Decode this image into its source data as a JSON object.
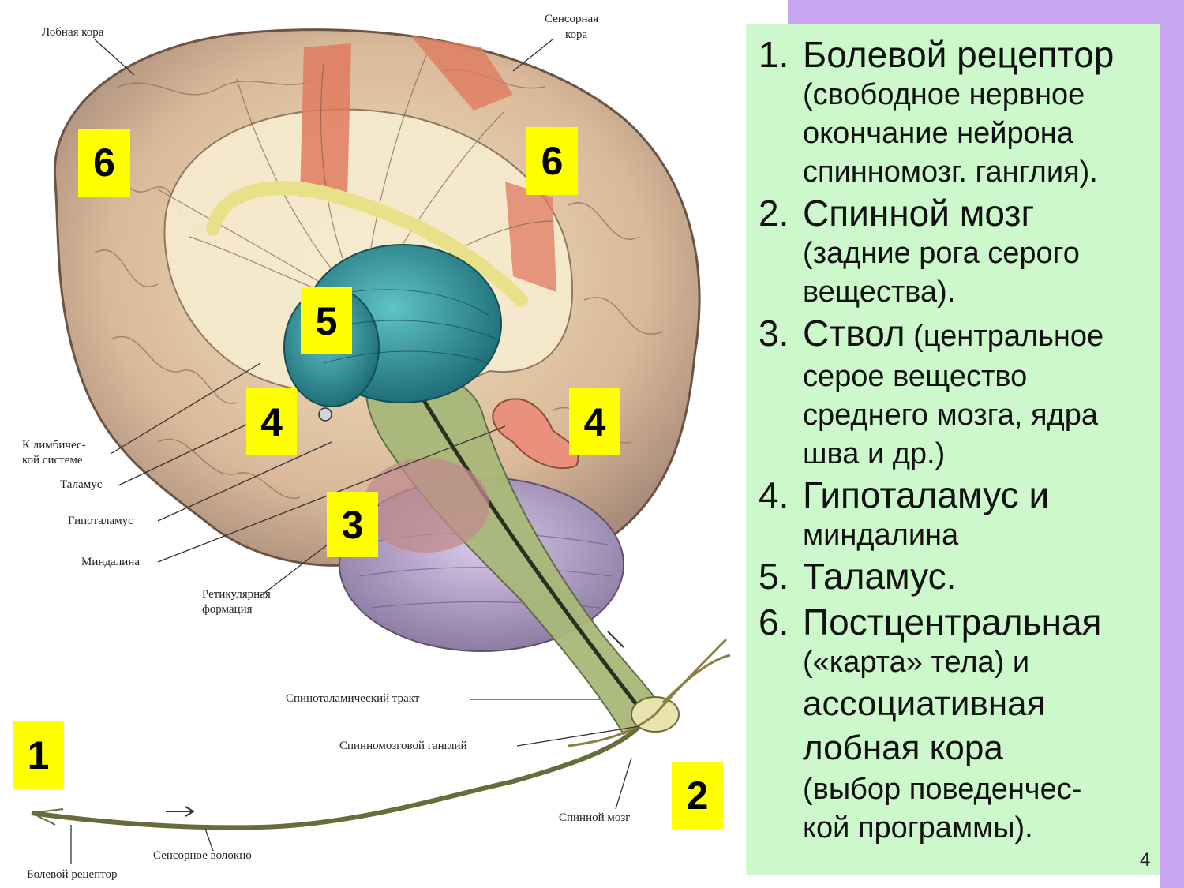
{
  "badges": [
    "1",
    "2",
    "3",
    "4",
    "4",
    "5",
    "6",
    "6"
  ],
  "annotations": {
    "frontal_cortex": "Лобная кора",
    "sensory_cortex_1": "Сенсорная",
    "sensory_cortex_2": "кора",
    "limbic_1": "К лимбичес-",
    "limbic_2": "кой системе",
    "thalamus": "Таламус",
    "hypothalamus": "Гипоталамус",
    "amygdala": "Миндалина",
    "reticular_1": "Ретикулярная",
    "reticular_2": "формация",
    "spinothalamic": "Спиноталамический тракт",
    "spinal_ganglion": "Спинномозговой ганглий",
    "spinal_cord": "Спинной мозг",
    "sensory_fiber": "Сенсорное волокно",
    "pain_receptor": "Болевой рецептор"
  },
  "legend": [
    {
      "num": "1.",
      "title": "Болевой рецептор",
      "desc": "",
      "lines": [
        "(свободное нервное",
        "окончание нейрона",
        "спинномозг. ганглия)."
      ]
    },
    {
      "num": "2.",
      "title": "Спинной мозг",
      "desc": "",
      "lines": [
        "(задние рога серого",
        "вещества)."
      ]
    },
    {
      "num": "3.",
      "title": "Ствол",
      "desc": " (центральное",
      "lines": [
        "серое вещество",
        "среднего мозга, ядра",
        "шва и др.)"
      ]
    },
    {
      "num": "4.",
      "title": "Гипоталамус и",
      "desc": "",
      "lines": [
        "миндалина"
      ]
    },
    {
      "num": "5.",
      "title": "Таламус.",
      "desc": "",
      "lines": []
    },
    {
      "num": "6.",
      "title": "Постцентральная",
      "desc": "",
      "lines": [
        "(«карта» тела) и",
        "ассоциативная",
        "лобная кора",
        "(выбор поведенчес-",
        "кой программы)."
      ]
    }
  ],
  "slide_number": "4",
  "colors": {
    "badge": "#ffff00",
    "legend_bg": "#ccf8cc",
    "accent_purple": "#c8a6f0",
    "thalamus": "#2f8f95",
    "sensory_cortex": "#e07a5f"
  }
}
